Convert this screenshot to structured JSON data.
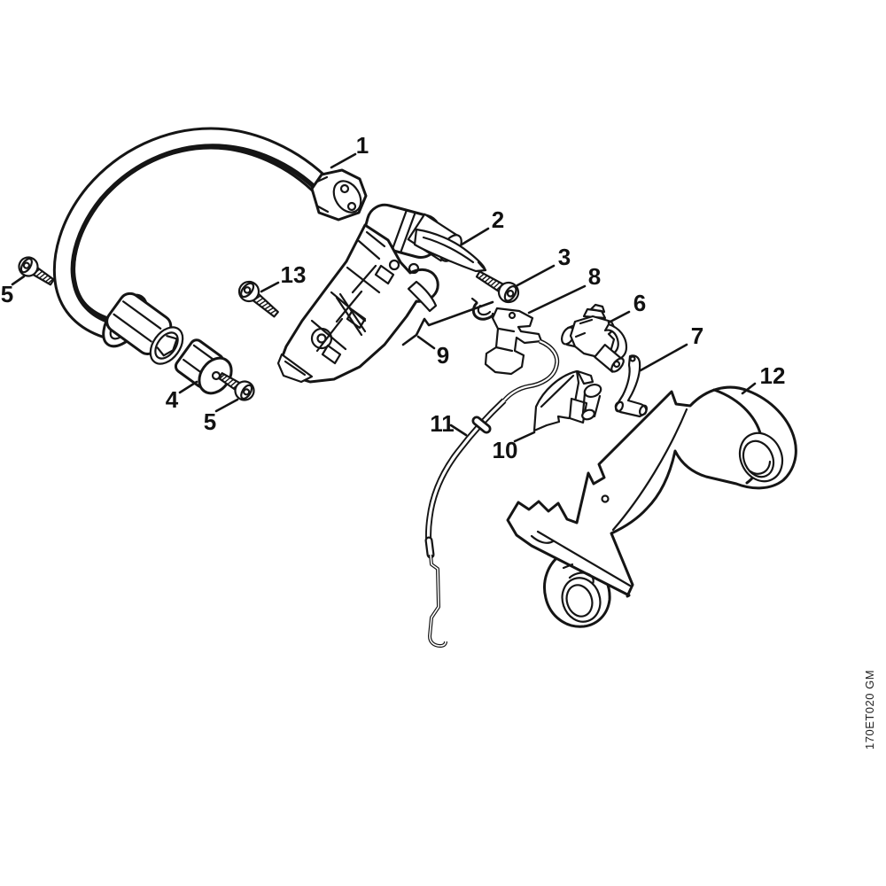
{
  "diagram": {
    "background": "#ffffff",
    "line_color": "#151515",
    "drawing_code": "170ET020 GM",
    "callouts": {
      "c1": "1",
      "c2": "2",
      "c3": "3",
      "c4": "4",
      "c5a": "5",
      "c5b": "5",
      "c6": "6",
      "c7": "7",
      "c8": "8",
      "c9": "9",
      "c10": "10",
      "c11": "11",
      "c12": "12",
      "c13": "13"
    }
  }
}
